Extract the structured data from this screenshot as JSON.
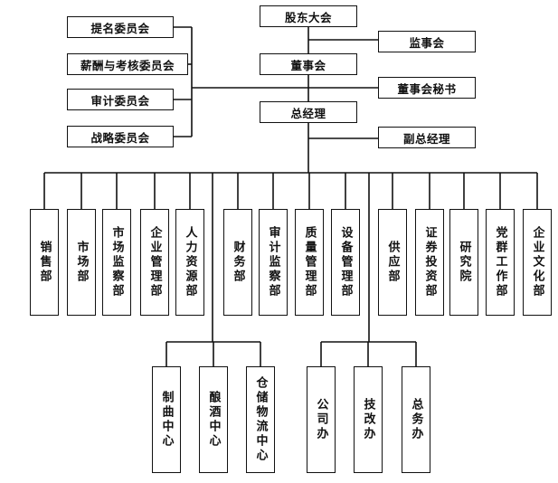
{
  "top": {
    "shareholders": "股东大会",
    "supervisors": "监事会",
    "board": "董事会",
    "secretary": "董事会秘书",
    "gm": "总经理",
    "deputy_gm": "副总经理"
  },
  "committees": [
    "提名委员会",
    "薪酬与考核委员会",
    "审计委员会",
    "战略委员会"
  ],
  "departments": [
    "销售部",
    "市场部",
    "市场监察部",
    "企业管理部",
    "人力资源部",
    "财务部",
    "审计监察部",
    "质量管理部",
    "设备管理部",
    "供应部",
    "证券投资部",
    "研究院",
    "党群工作部",
    "企业文化部"
  ],
  "production_centers": [
    "制曲中心",
    "酿酒中心",
    "仓储物流中心"
  ],
  "offices": [
    "公司办",
    "技改办",
    "总务办"
  ]
}
